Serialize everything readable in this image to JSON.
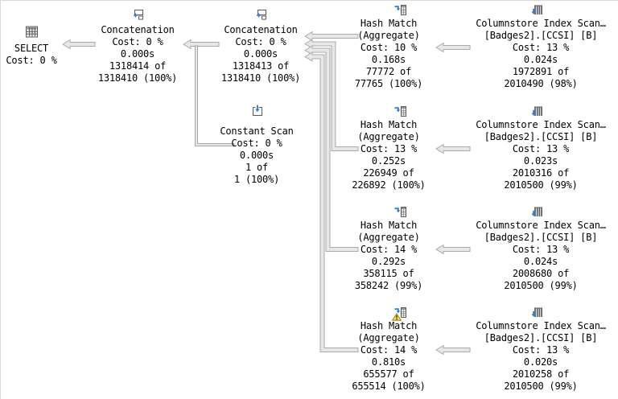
{
  "app": {
    "name": "query-execution-plan"
  },
  "colors": {
    "background": "#ffffff",
    "text": "#000000",
    "arrow_fill": "#e7e7e7",
    "arrow_border": "#a9a9a9",
    "icon_blue": "#2d7dd2",
    "icon_gray": "#5a5a5a",
    "warning_yellow": "#ffd54a"
  },
  "nodes": [
    {
      "id": "select",
      "icon": "result-grid-icon",
      "lines": [
        "SELECT",
        "Cost: 0 %"
      ]
    },
    {
      "id": "concatenation-1",
      "icon": "concatenation-icon",
      "lines": [
        "Concatenation",
        "Cost: 0 %",
        "0.000s",
        "1318414 of",
        "1318410 (100%)"
      ]
    },
    {
      "id": "concatenation-2",
      "icon": "concatenation-icon",
      "lines": [
        "Concatenation",
        "Cost: 0 %",
        "0.000s",
        "1318413 of",
        "1318410 (100%)"
      ]
    },
    {
      "id": "constant-scan",
      "icon": "constant-scan-icon",
      "lines": [
        "Constant Scan",
        "Cost: 0 %",
        "0.000s",
        "1 of",
        "1 (100%)"
      ]
    },
    {
      "id": "hash-match-1",
      "icon": "hash-match-icon",
      "lines": [
        "Hash Match",
        "(Aggregate)",
        "Cost: 10 %",
        "0.168s",
        "77772 of",
        "77765 (100%)"
      ]
    },
    {
      "id": "columnstore-scan-1",
      "icon": "columnstore-index-scan-icon",
      "lines": [
        "Columnstore Index Scan…",
        "[Badges2].[CCSI] [B]",
        "Cost: 13 %",
        "0.024s",
        "1972891 of",
        "2010490 (98%)"
      ]
    },
    {
      "id": "hash-match-2",
      "icon": "hash-match-icon",
      "lines": [
        "Hash Match",
        "(Aggregate)",
        "Cost: 13 %",
        "0.252s",
        "226949 of",
        "226892 (100%)"
      ]
    },
    {
      "id": "columnstore-scan-2",
      "icon": "columnstore-index-scan-icon",
      "lines": [
        "Columnstore Index Scan…",
        "[Badges2].[CCSI] [B]",
        "Cost: 13 %",
        "0.023s",
        "2010316 of",
        "2010500 (99%)"
      ]
    },
    {
      "id": "hash-match-3",
      "icon": "hash-match-icon",
      "lines": [
        "Hash Match",
        "(Aggregate)",
        "Cost: 14 %",
        "0.292s",
        "358115 of",
        "358242 (99%)"
      ]
    },
    {
      "id": "columnstore-scan-3",
      "icon": "columnstore-index-scan-icon",
      "lines": [
        "Columnstore Index Scan…",
        "[Badges2].[CCSI] [B]",
        "Cost: 13 %",
        "0.024s",
        "2008680 of",
        "2010500 (99%)"
      ]
    },
    {
      "id": "hash-match-4",
      "icon": "hash-match-icon",
      "warning": "true",
      "lines": [
        "Hash Match",
        "(Aggregate)",
        "Cost: 14 %",
        "0.810s",
        "655577 of",
        "655514 (100%)"
      ]
    },
    {
      "id": "columnstore-scan-4",
      "icon": "columnstore-index-scan-icon",
      "lines": [
        "Columnstore Index Scan…",
        "[Badges2].[CCSI] [B]",
        "Cost: 13 %",
        "0.020s",
        "2010258 of",
        "2010500 (99%)"
      ]
    }
  ]
}
